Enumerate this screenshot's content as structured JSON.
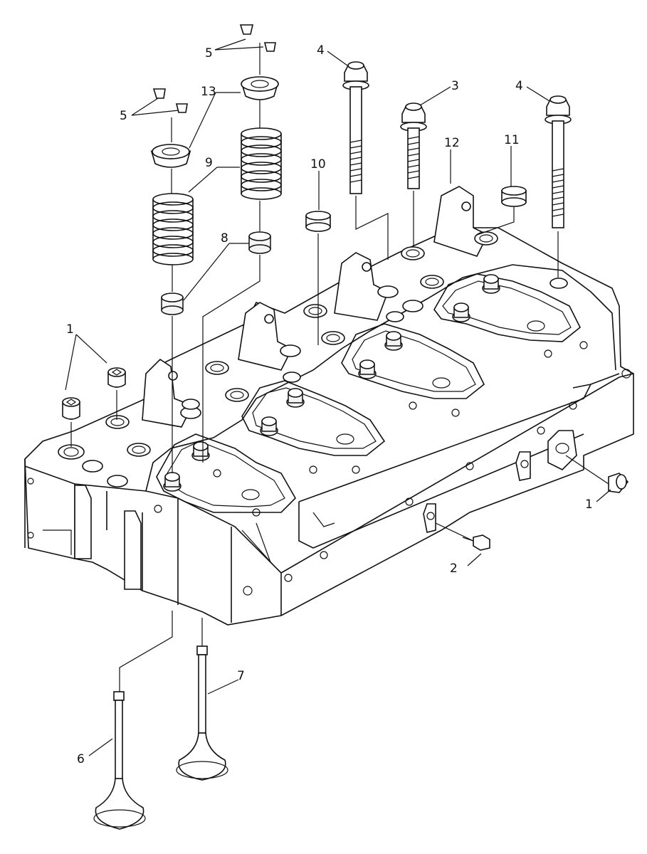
{
  "diagram": {
    "callouts": [
      {
        "id": "c1a",
        "label": "1"
      },
      {
        "id": "c1b",
        "label": "1"
      },
      {
        "id": "c2",
        "label": "2"
      },
      {
        "id": "c3",
        "label": "3"
      },
      {
        "id": "c4a",
        "label": "4"
      },
      {
        "id": "c4b",
        "label": "4"
      },
      {
        "id": "c5a",
        "label": "5"
      },
      {
        "id": "c5b",
        "label": "5"
      },
      {
        "id": "c6",
        "label": "6"
      },
      {
        "id": "c7",
        "label": "7"
      },
      {
        "id": "c8",
        "label": "8"
      },
      {
        "id": "c9",
        "label": "9"
      },
      {
        "id": "c10",
        "label": "10"
      },
      {
        "id": "c11",
        "label": "11"
      },
      {
        "id": "c12",
        "label": "12"
      },
      {
        "id": "c13",
        "label": "13"
      }
    ]
  }
}
